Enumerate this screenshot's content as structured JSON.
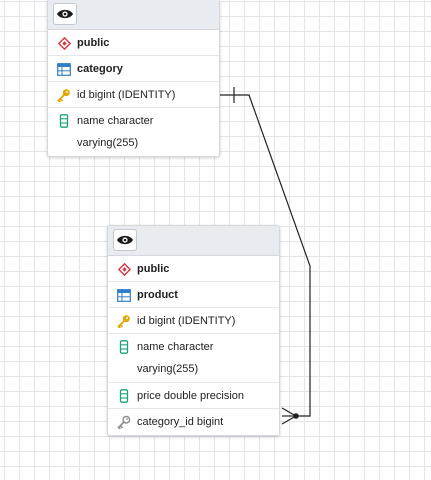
{
  "tables": {
    "category": {
      "schema": "public",
      "name": "category",
      "columns": [
        {
          "label": "id bigint (IDENTITY)",
          "kind": "primary-key"
        },
        {
          "label": "name character varying(255)",
          "kind": "column"
        }
      ]
    },
    "product": {
      "schema": "public",
      "name": "product",
      "columns": [
        {
          "label": "id bigint (IDENTITY)",
          "kind": "primary-key"
        },
        {
          "label": "name character varying(255)",
          "kind": "column"
        },
        {
          "label": "price double precision",
          "kind": "column"
        },
        {
          "label": "category_id bigint",
          "kind": "foreign-key"
        }
      ]
    }
  },
  "relationships": [
    {
      "from_table": "product",
      "from_column": "category_id",
      "to_table": "category",
      "to_column": "id",
      "from_cardinality": "many",
      "to_cardinality": "one"
    }
  ],
  "icons": [
    "eye-icon",
    "schema-icon",
    "table-icon",
    "key-icon",
    "column-icon",
    "foreign-key-icon"
  ],
  "colors": {
    "grid": "#e2e5ea",
    "header": "#e8ebef",
    "schema_icon": "#d9373f",
    "table_icon": "#2f7fc9",
    "key_icon": "#e0a800",
    "column_icon": "#1aa37a",
    "fk_icon": "#8c8c8c",
    "edge": "#222222"
  }
}
